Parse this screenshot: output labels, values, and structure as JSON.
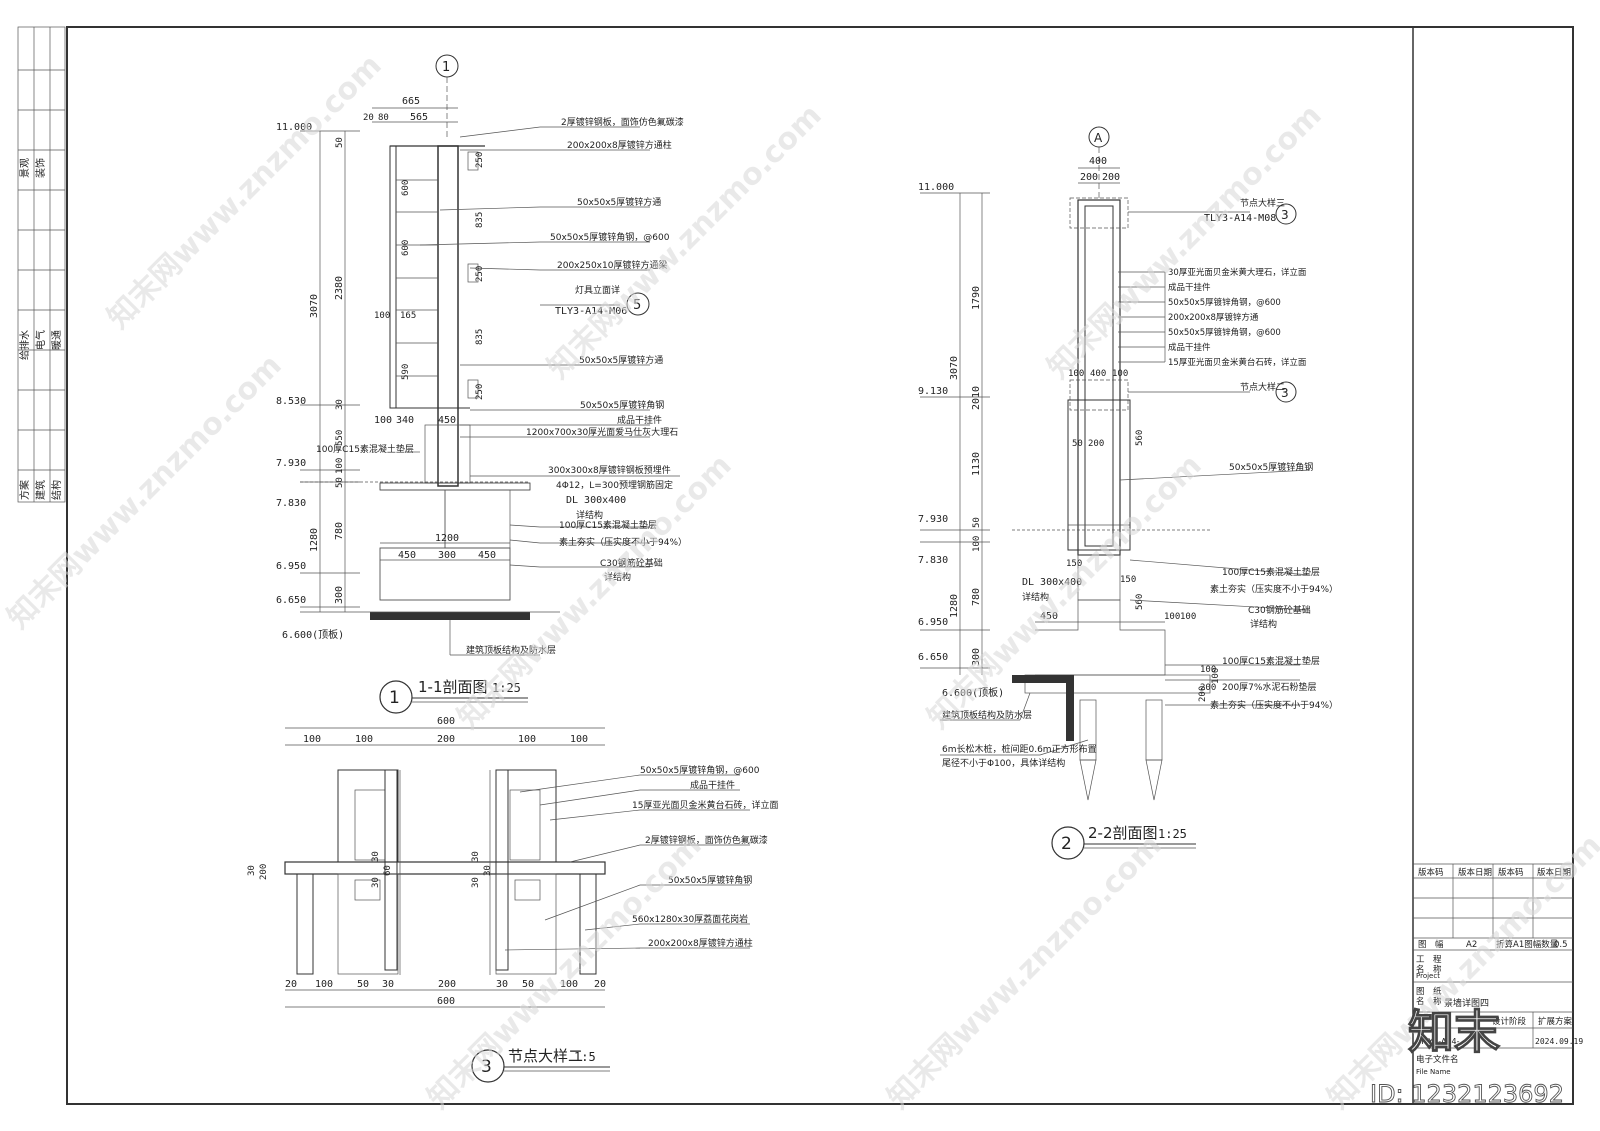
{
  "side_strip": {
    "cells": [
      "景观",
      "装饰",
      "给排水",
      "电气",
      "暖通",
      "方案",
      "建筑",
      "结构"
    ]
  },
  "section1": {
    "title": "1-1剖面图",
    "scale": "1:25",
    "marker": "1",
    "axis": "1",
    "dims_top": [
      "665",
      "20",
      "80",
      "565"
    ],
    "elevations": [
      "11.000",
      "8.530",
      "7.930",
      "7.830",
      "6.950",
      "6.650",
      "6.600(顶板)"
    ],
    "vdims_left": [
      "3070",
      "2380",
      "1280",
      "780",
      "300",
      "50",
      "30",
      "550",
      "100",
      "50"
    ],
    "vdims_inner": [
      "600",
      "600",
      "590",
      "250",
      "835",
      "250",
      "835",
      "250"
    ],
    "hdims": [
      "100",
      "340",
      "450",
      "450",
      "1200",
      "450",
      "300",
      "450",
      "100",
      "165",
      "100"
    ],
    "callouts": [
      "2厚镀锌钢板，面饰仿色氟碳漆",
      "200x200x8厚镀锌方通柱",
      "50x50x5厚镀锌方通",
      "50x50x5厚镀锌角钢，@600",
      "200x250x10厚镀锌方通梁",
      "灯具立面详",
      "TLY3-A14-M06",
      "50x50x5厚镀锌方通",
      "50x50x5厚镀锌角钢",
      "成品干挂件",
      "1200x700x30厚光面爱马仕灰大理石",
      "100厚C15素混凝土垫层",
      "300x300x8厚镀锌钢板预埋件",
      "4Φ12，L=300预埋钢筋固定",
      "DL 300x400",
      "详结构",
      "100厚C15素混凝土垫层",
      "素土夯实（压实度不小于94%）",
      "C30钢筋砼基础",
      "详结构",
      "建筑顶板结构及防水层"
    ]
  },
  "section2": {
    "title": "2-2剖面图",
    "scale": "1:25",
    "marker": "2",
    "axis": "A",
    "dims_top": [
      "400",
      "200",
      "200"
    ],
    "elevations": [
      "11.000",
      "9.130",
      "7.930",
      "7.830",
      "6.950",
      "6.650",
      "6.600(顶板)"
    ],
    "vdims_left": [
      "3070",
      "1790",
      "2010",
      "1130",
      "50",
      "100",
      "1280",
      "780",
      "300"
    ],
    "hdims": [
      "100",
      "400",
      "100",
      "50",
      "200",
      "150",
      "150",
      "450",
      "100",
      "100",
      "200",
      "100"
    ],
    "vdims_right": [
      "560",
      "560",
      "200",
      "100"
    ],
    "callouts": [
      "节点大样三",
      "TLY3-A14-M08",
      "30厚亚光面贝金米黄大理石，详立面",
      "成品干挂件",
      "50x50x5厚镀锌角钢，@600",
      "200x200x8厚镀锌方通",
      "50x50x5厚镀锌角钢，@600",
      "成品干挂件",
      "15厚亚光面贝金米黄台石砖，详立面",
      "节点大样二",
      "50x50x5厚镀锌角钢",
      "DL 300x400",
      "详结构",
      "100厚C15素混凝土垫层",
      "素土夯实（压实度不小于94%）",
      "C30钢筋砼基础",
      "详结构",
      "100厚C15素混凝土垫层",
      "200厚7%水泥石粉垫层",
      "素土夯实（压实度不小于94%）",
      "建筑顶板结构及防水层",
      "6m长松木桩，桩间距0.6m正方形布置",
      "尾径不小于Φ100，具体详结构"
    ],
    "node_markers": [
      "3",
      "3"
    ]
  },
  "detail3": {
    "title": "节点大样二",
    "scale": "1:5",
    "marker": "3",
    "dims_top": [
      "600",
      "100",
      "100",
      "200",
      "100",
      "100"
    ],
    "dims_bottom": [
      "20",
      "100",
      "50",
      "30",
      "200",
      "30",
      "50",
      "100",
      "20",
      "600"
    ],
    "vdims": [
      "30",
      "200",
      "30",
      "30",
      "60",
      "30",
      "30",
      "30"
    ],
    "callouts": [
      "50x50x5厚镀锌角钢，@600",
      "成品干挂件",
      "15厚亚光面贝金米黄台石砖，详立面",
      "2厚镀锌钢板，面饰仿色氟碳漆",
      "50x50x5厚镀锌角钢",
      "560x1280x30厚荔面花岗岩",
      "200x200x8厚镀锌方通柱"
    ]
  },
  "title_block": {
    "version_headers": [
      "版本码",
      "版本日期",
      "版本码",
      "版本日期"
    ],
    "sheet_label": "图　幅",
    "sheet_value": "A2",
    "fold_label": "折算A1图幅数量",
    "fold_value": "0.5",
    "project_label_cn": "工　程\n名　称",
    "project_label_en": "Project",
    "drawing_label_cn": "图　纸\n名　称",
    "drawing_name": "景墙详图四",
    "stage_label": "设计阶段",
    "stage_value": "扩展方案",
    "number_prefix": "TLY3-A14-",
    "date": "2024.09.19",
    "file_label_cn": "电子文件名",
    "file_label_en": "File Name"
  },
  "watermark": {
    "brand": "知末",
    "site": "知末网www.znzmo.com",
    "id": "ID: 1232123692"
  }
}
